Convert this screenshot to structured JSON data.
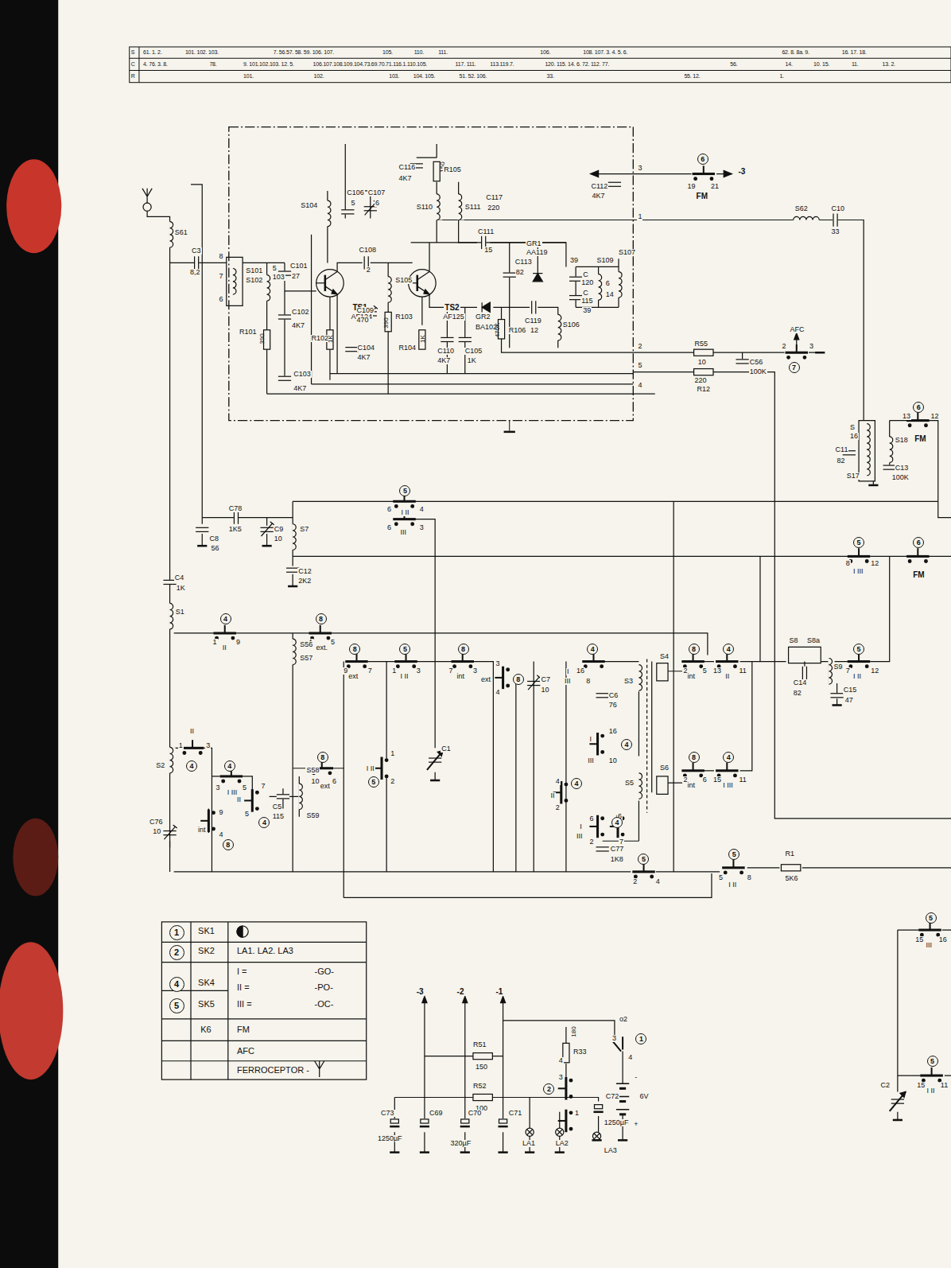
{
  "diagram": {
    "labels": [
      "S",
      "C",
      "R",
      "61. 1. 2.",
      "101. 102. 103.",
      "7. 56.57. 58. 59. 106. 107.",
      "105.",
      "110.",
      "111.",
      "106.",
      "108. 107. 3. 4. 5. 6.",
      "62. 8. 8a. 9.",
      "16. 17. 18.",
      "4. 76. 3. 8.",
      "78.",
      "9. 101.102.103. 12. 5.",
      "106.107.108.109.104.73.69.70.71.116.1.110.105.",
      "117. 111.",
      "113.119.7.",
      "120. 115. 14. 6. 72. 112. 77.",
      "56.",
      "14.",
      "10. 15.",
      "11.",
      "13. 2.",
      "101.",
      "102.",
      "103.",
      "104. 105.",
      "51. 52. 106.",
      "33.",
      "55. 12.",
      "1.",
      "C116",
      "4K7",
      "150",
      "R105",
      "S104",
      "C106",
      "C107",
      "5",
      "6",
      "S110",
      "S111",
      "C117",
      "220",
      "C112",
      "4K7",
      "3",
      "6",
      "19",
      "21",
      "-3",
      "FM",
      "1",
      "S62",
      "C10",
      "33",
      "C111",
      "15",
      "GR1",
      "AA119",
      "C108",
      "2",
      "8",
      "7",
      "6",
      "S101",
      "S102",
      "5",
      "103",
      "C101",
      "27",
      "TS1",
      "AF124",
      "TS2",
      "AF125",
      "S105",
      "C113",
      "82",
      "39",
      "C",
      "120",
      "C",
      "115",
      "39",
      "S109",
      "S107",
      "6",
      "14",
      "C102",
      "4K7",
      "C109",
      "470",
      "R103",
      "390",
      "GR2",
      "BA102",
      "C119",
      "12",
      "S106",
      "R101",
      "390",
      "R102",
      "1K",
      "C104",
      "4K7",
      "R104",
      "1K",
      "C110",
      "4K7",
      "C105",
      "1K",
      "470K",
      "R106",
      "C103",
      "4K7",
      "2",
      "5",
      "4",
      "R55",
      "10",
      "C56",
      "100K",
      "220",
      "R12",
      "AFC",
      "2",
      "3",
      "7",
      "S61",
      "C3",
      "8,2",
      "C11",
      "82",
      "S",
      "16",
      "S17",
      "S18",
      "C13",
      "100K",
      "6",
      "13",
      "12",
      "FM",
      "C8",
      "56",
      "C78",
      "1K5",
      "C9",
      "10",
      "S7",
      "C12",
      "2K2",
      "5",
      "6",
      "I II",
      "4",
      "6",
      "3",
      "III",
      "5",
      "8",
      "12",
      "I III",
      "6",
      "FM",
      "C4",
      "1K",
      "S1",
      "4",
      "1",
      "9",
      "II",
      "8",
      "4",
      "5",
      "ext.",
      "S56",
      "S57",
      "8",
      "9",
      "7",
      "ext",
      "5",
      "1",
      "3",
      "I II",
      "8",
      "7",
      "3",
      "int",
      "3",
      "ext",
      "4",
      "8",
      "C7",
      "10",
      "4",
      "16",
      "I",
      "III",
      "8",
      "C6",
      "76",
      "S3",
      "S4",
      "8",
      "2",
      "5",
      "int",
      "4",
      "13",
      "11",
      "II",
      "S8",
      "S8a",
      "C14",
      "82",
      "S9",
      "C15",
      "47",
      "5",
      "7",
      "12",
      "I II",
      "C1",
      "1",
      "2",
      "I II",
      "5",
      "II",
      "1",
      "3",
      "S2",
      "4",
      "4",
      "3",
      "5",
      "I III",
      "5",
      "II",
      "4",
      "7",
      "S58",
      "C5",
      "115",
      "S59",
      "8",
      "10",
      "6",
      "ext",
      "C76",
      "10",
      "9",
      "int",
      "4",
      "8",
      "I",
      "III",
      "16",
      "10",
      "4",
      "4",
      "II",
      "2",
      "4",
      "S5",
      "S6",
      "6",
      "I",
      "III",
      "2",
      "7",
      "6",
      "4",
      "C77",
      "1K8",
      "5",
      "2",
      "4",
      "8",
      "2",
      "6",
      "int",
      "4",
      "15",
      "11",
      "I III",
      "5",
      "5",
      "8",
      "I II",
      "R1",
      "5K6",
      "5",
      "15",
      "16",
      "III",
      "5",
      "15",
      "11",
      "I II",
      "C2",
      "1",
      "SK1",
      "2",
      "SK2",
      "LA1. LA2. LA3",
      "4",
      "SK4",
      "I =",
      "-GO-",
      "II =",
      "-PO-",
      "III =",
      "-OC-",
      "5",
      "SK5",
      "K6",
      "FM",
      "AFC",
      "FERROCEPTOR -",
      "-3",
      "-2",
      "-1",
      "R51",
      "150",
      "R52",
      "100",
      "180",
      "R33",
      "4",
      "3",
      "2",
      "C72",
      "1250µF",
      "1",
      "o2",
      "3",
      "1",
      "4",
      "-",
      "6V",
      "+",
      "LA1",
      "LA2",
      "LA3",
      "C73",
      "1250µF",
      "C69",
      "C70",
      "C71",
      "320µF"
    ]
  }
}
